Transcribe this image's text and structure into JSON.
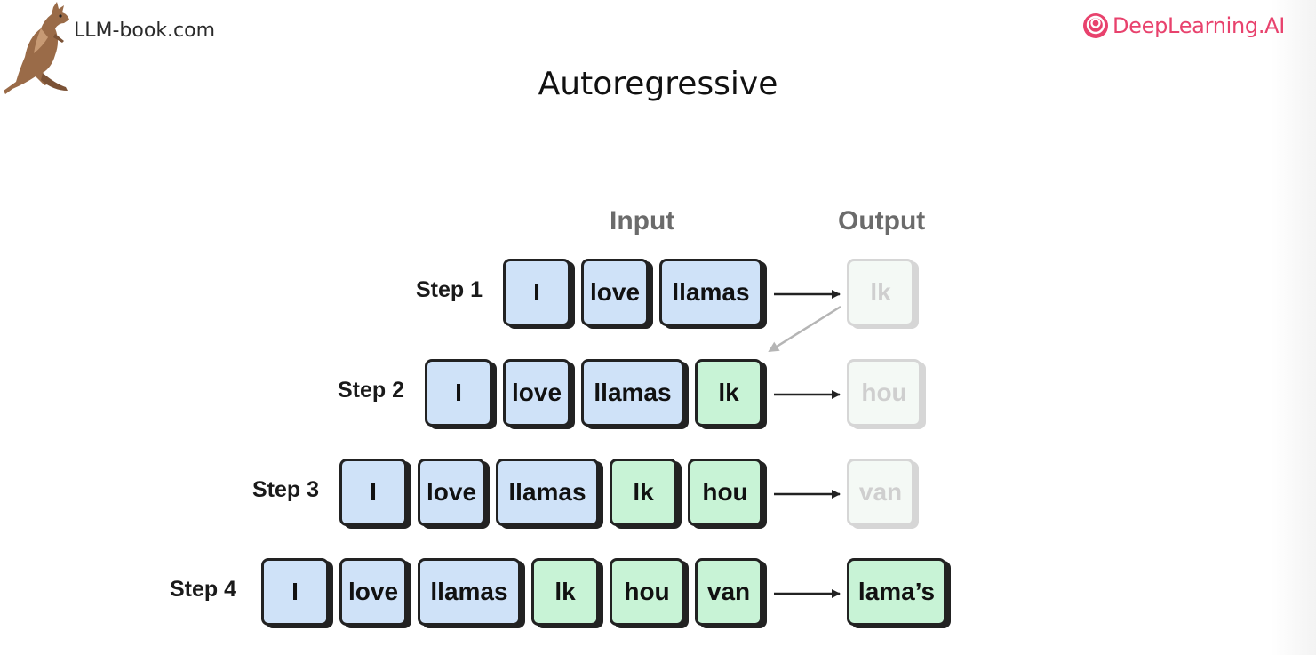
{
  "header": {
    "site": "LLM-book.com",
    "brand": "DeepLearning.AI",
    "brand_color": "#e8426d"
  },
  "title": "Autoregressive",
  "columns": {
    "input": "Input",
    "output": "Output"
  },
  "steps": [
    {
      "label": "Step 1",
      "input": [
        "I",
        "love",
        "llamas"
      ],
      "output": "lk"
    },
    {
      "label": "Step 2",
      "input": [
        "I",
        "love",
        "llamas",
        "lk"
      ],
      "output": "hou"
    },
    {
      "label": "Step 3",
      "input": [
        "I",
        "love",
        "llamas",
        "lk",
        "hou"
      ],
      "output": "van"
    },
    {
      "label": "Step 4",
      "input": [
        "I",
        "love",
        "llamas",
        "lk",
        "hou",
        "van"
      ],
      "output": "lama’s"
    }
  ],
  "colors": {
    "prompt_token": "#cfe2f8",
    "generated_token": "#c8f3d6",
    "pending_output": "#f4f9f5"
  },
  "icons": [
    "kangaroo-logo",
    "deeplearning-logo-icon"
  ]
}
